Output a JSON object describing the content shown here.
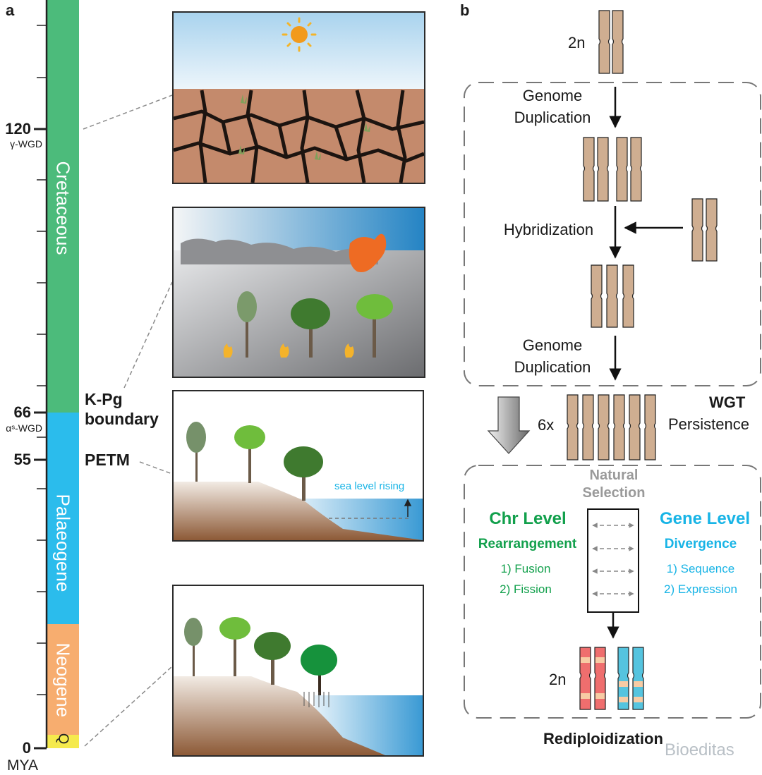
{
  "panels": {
    "a": "a",
    "b": "b"
  },
  "timeline": {
    "ticks": [
      {
        "label": "120",
        "sub": "γ-WGD"
      },
      {
        "label": "66",
        "sub": "αˢ-WGD"
      },
      {
        "label": "55"
      },
      {
        "label": "0"
      }
    ],
    "unit": "MYA",
    "periods": [
      {
        "name": "Cretaceous",
        "color": "#4cbb7b"
      },
      {
        "name": "Palaeogene",
        "color": "#2bbcec"
      },
      {
        "name": "Neogene",
        "color": "#f7ad6f"
      },
      {
        "name": "Q",
        "color": "#f5ea4d"
      }
    ],
    "events": {
      "kpg": "K-Pg\nboundary",
      "kpg_line1": "K-Pg",
      "kpg_line2": "boundary",
      "petm": "PETM"
    }
  },
  "scenes": {
    "sea_level": "sea level rising"
  },
  "flow": {
    "start_ploidy": "2n",
    "step1_line1": "Genome",
    "step1_line2": "Duplication",
    "step2": "Hybridization",
    "step3_line1": "Genome",
    "step3_line2": "Duplication",
    "ploidy_6x": "6x",
    "wgt": "WGT",
    "persistence": "Persistence",
    "selection_line1": "Natural",
    "selection_line2": "Selection",
    "chr_level": "Chr Level",
    "chr_sub": "Rearrangement",
    "chr_items": [
      "1) Fusion",
      "2) Fission"
    ],
    "gene_level": "Gene Level",
    "gene_sub": "Divergence",
    "gene_items": [
      "1) Sequence",
      "2) Expression"
    ],
    "end_ploidy": "2n",
    "rediploidization": "Rediploidization",
    "watermark": "Bioeditas"
  },
  "colors": {
    "chromosome": "#cfae91",
    "chromosome_red": "#ef6e6e",
    "chromosome_blue": "#55c4df",
    "band_light": "#f7cba4"
  }
}
